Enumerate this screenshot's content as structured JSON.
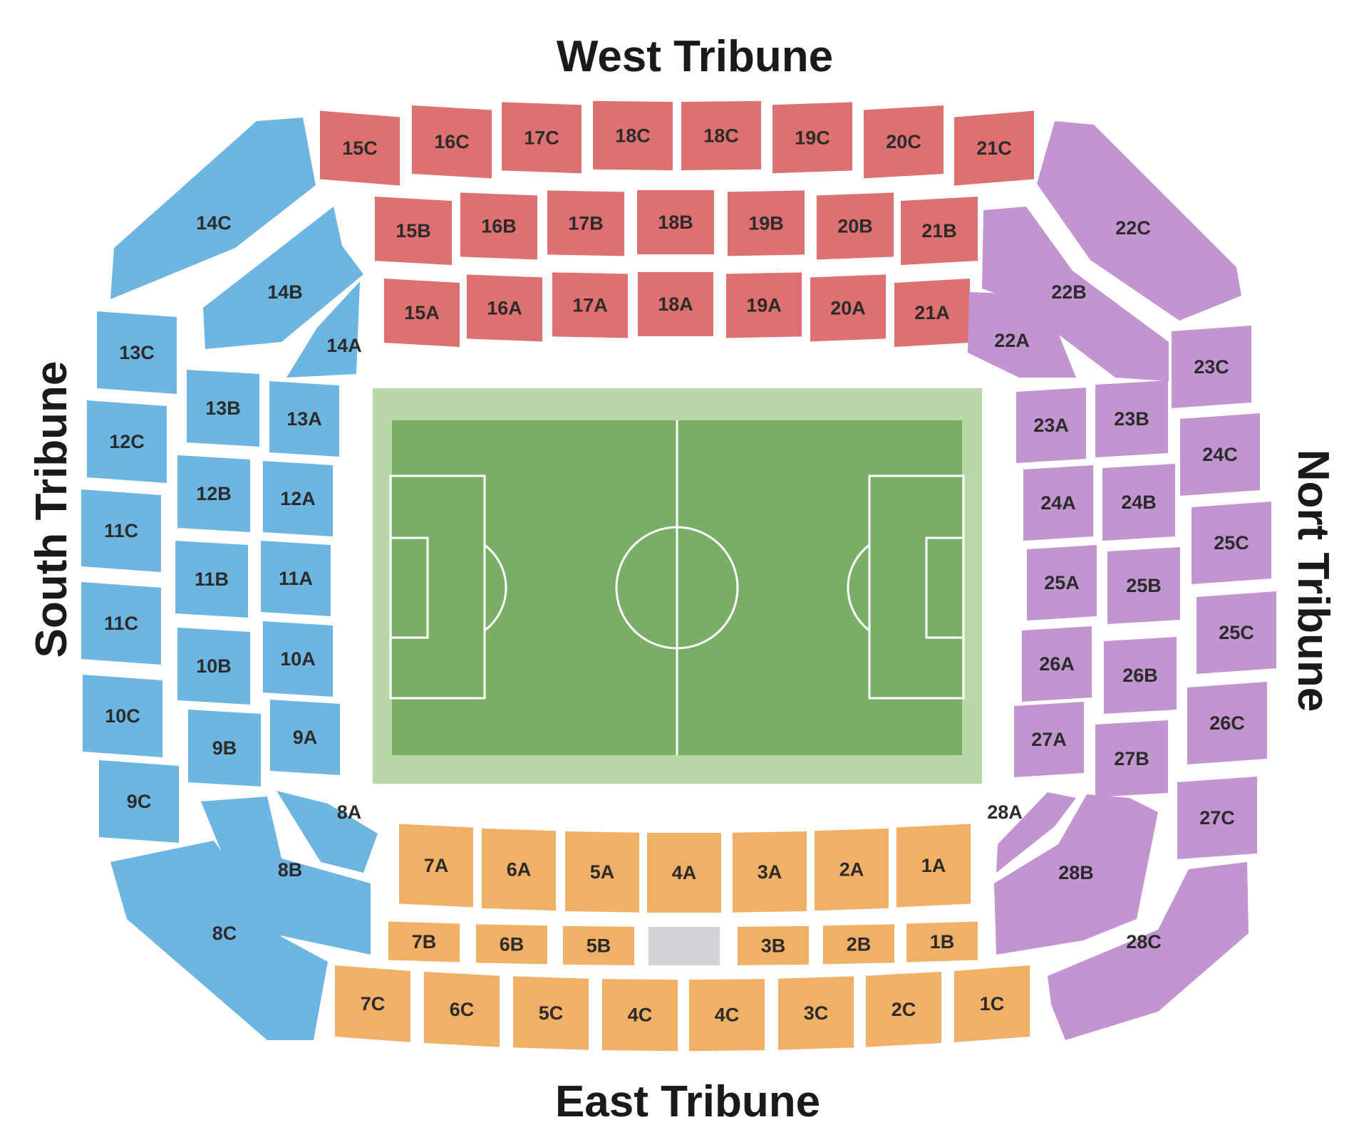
{
  "titles": {
    "west": "West Tribune",
    "east": "East Tribune",
    "south": "South Tribune",
    "north": "Nort Tribune"
  },
  "colors": {
    "west": "#de7170",
    "east": "#f0b066",
    "south": "#6eb6e2",
    "north": "#c395d0",
    "pitch": "#7aae67",
    "pitch_border": "#b8d8a8",
    "blocked": "#d3d3d7"
  },
  "west": {
    "outer": [
      "15C",
      "16C",
      "17C",
      "18C",
      "18C",
      "19C",
      "20C",
      "21C"
    ],
    "middle": [
      "15B",
      "16B",
      "17B",
      "18B",
      "19B",
      "20B",
      "21B"
    ],
    "inner": [
      "15A",
      "16A",
      "17A",
      "18A",
      "19A",
      "20A",
      "21A"
    ]
  },
  "east": {
    "inner": [
      "7A",
      "6A",
      "5A",
      "4A",
      "3A",
      "2A",
      "1A"
    ],
    "middle": [
      "7B",
      "6B",
      "5B",
      "",
      "3B",
      "2B",
      "1B"
    ],
    "outer": [
      "7C",
      "6C",
      "5C",
      "4C",
      "4C",
      "3C",
      "2C",
      "1C"
    ]
  },
  "south": {
    "corner_top": [
      "14C",
      "14B",
      "14A"
    ],
    "outer": [
      "13C",
      "12C",
      "11C",
      "11C",
      "10C",
      "9C"
    ],
    "middle": [
      "13B",
      "12B",
      "11B",
      "10B",
      "9B"
    ],
    "inner": [
      "13A",
      "12A",
      "11A",
      "10A",
      "9A"
    ],
    "corner_bottom": [
      "8A",
      "8B",
      "8C"
    ]
  },
  "north": {
    "corner_top": [
      "22C",
      "22B",
      "22A"
    ],
    "outer": [
      "23C",
      "24C",
      "25C",
      "25C",
      "26C",
      "27C"
    ],
    "middle": [
      "23B",
      "24B",
      "25B",
      "26B",
      "27B"
    ],
    "inner": [
      "23A",
      "24A",
      "25A",
      "26A",
      "27A"
    ],
    "corner_bottom": [
      "28A",
      "28B",
      "28C"
    ]
  }
}
